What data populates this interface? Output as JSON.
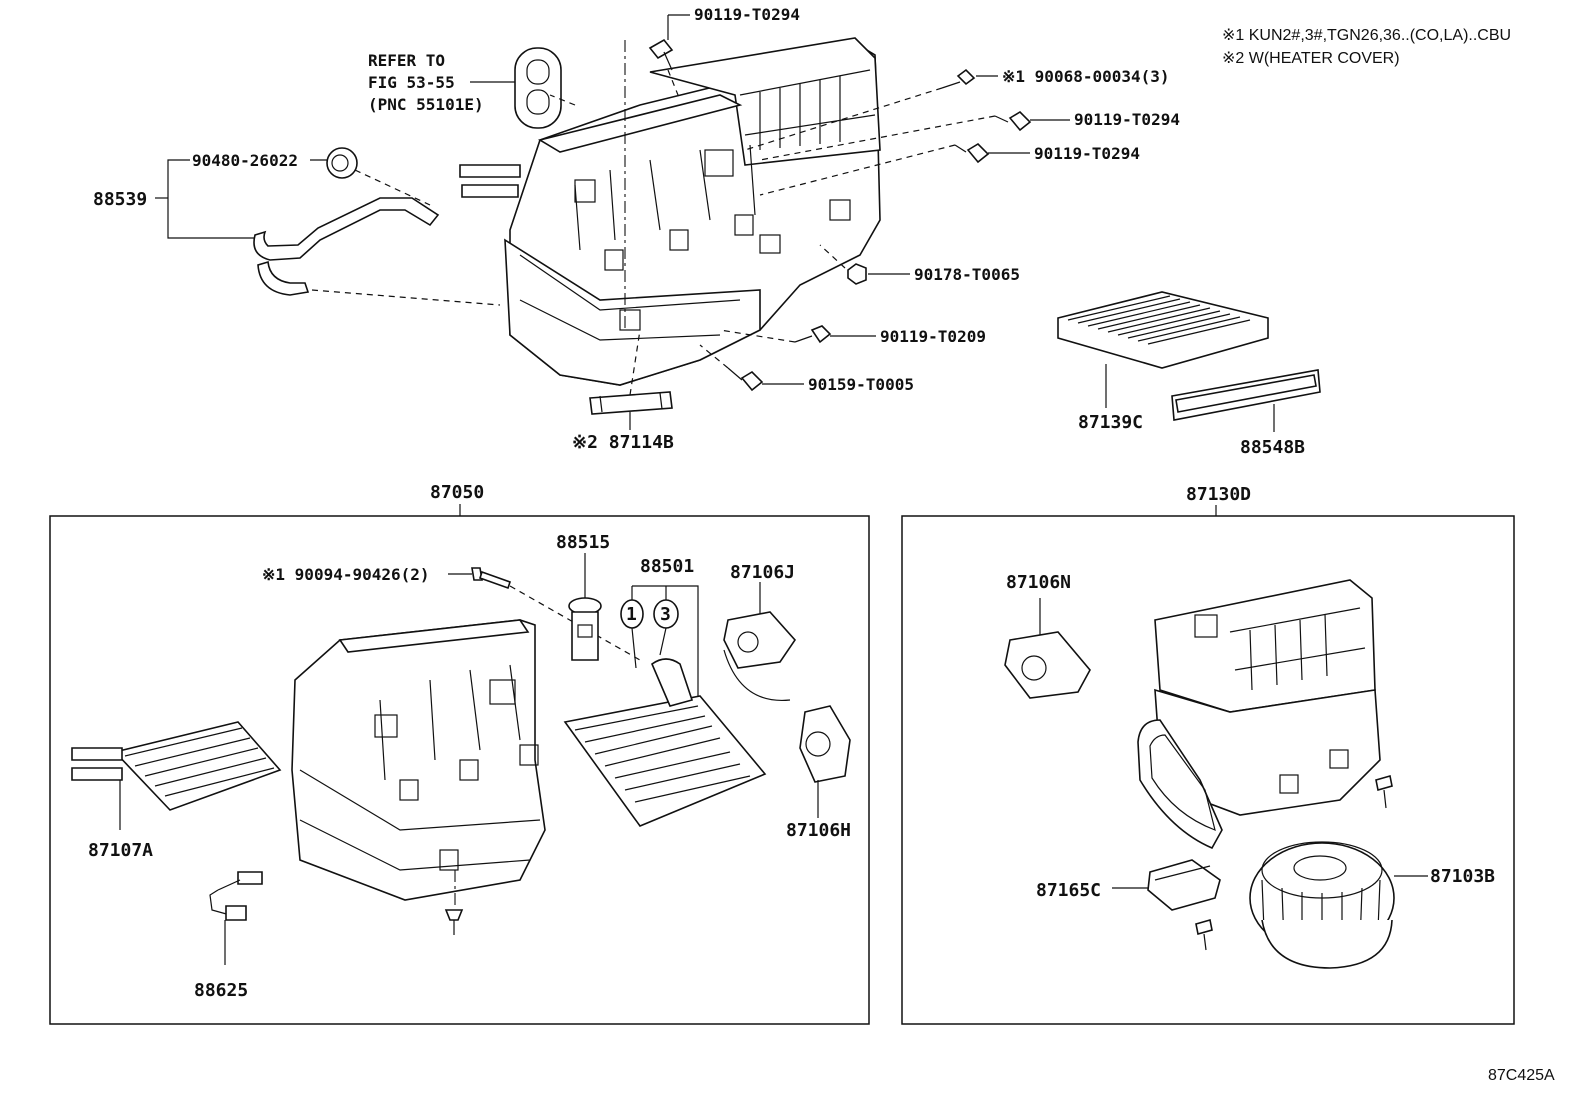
{
  "notes": {
    "note1": "※1 KUN2#,3#,TGN26,36..(CO,LA)..CBU",
    "note2": "※2 W(HEATER COVER)"
  },
  "refer": {
    "line1": "REFER TO",
    "line2": "FIG 53-55",
    "line3": "(PNC 55101E)"
  },
  "parts": {
    "p90119_top": "90119-T0294",
    "p90068": "※1 90068-00034(3)",
    "p90119_b": "90119-T0294",
    "p90119_c": "90119-T0294",
    "p90480": "90480-26022",
    "p88539": "88539",
    "p90178": "90178-T0065",
    "p90119_d": "90119-T0209",
    "p90159": "90159-T0005",
    "p87114b": "※2 87114B",
    "p87139c": "87139C",
    "p88548b": "88548B",
    "p87050": "87050",
    "p87130d": "87130D",
    "p88515": "88515",
    "p88501": "88501",
    "p87106j": "87106J",
    "p90094": "※1 90094-90426(2)",
    "p87107a": "87107A",
    "p87106h": "87106H",
    "p88625": "88625",
    "p87106n": "87106N",
    "p87165c": "87165C",
    "p87103b": "87103B",
    "circ1": "1",
    "circ3": "3"
  },
  "figure_code": "87C425A"
}
